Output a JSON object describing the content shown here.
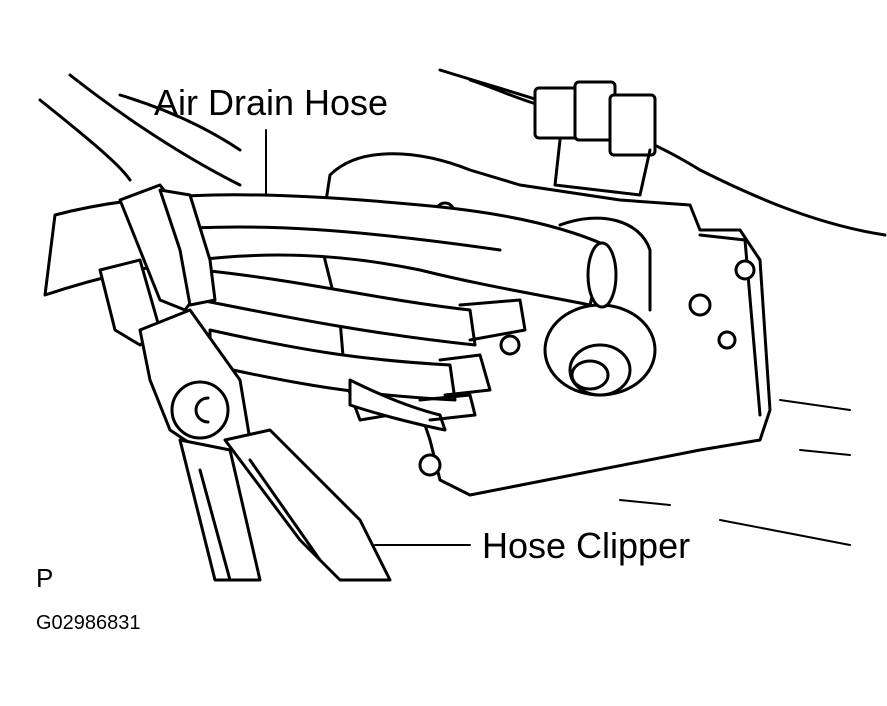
{
  "labels": {
    "air_drain_hose": "Air Drain Hose",
    "hose_clipper": "Hose Clipper",
    "view_letter": "P",
    "figure_code": "G02986831"
  },
  "colors": {
    "ink": "#000000",
    "background": "#ffffff"
  }
}
